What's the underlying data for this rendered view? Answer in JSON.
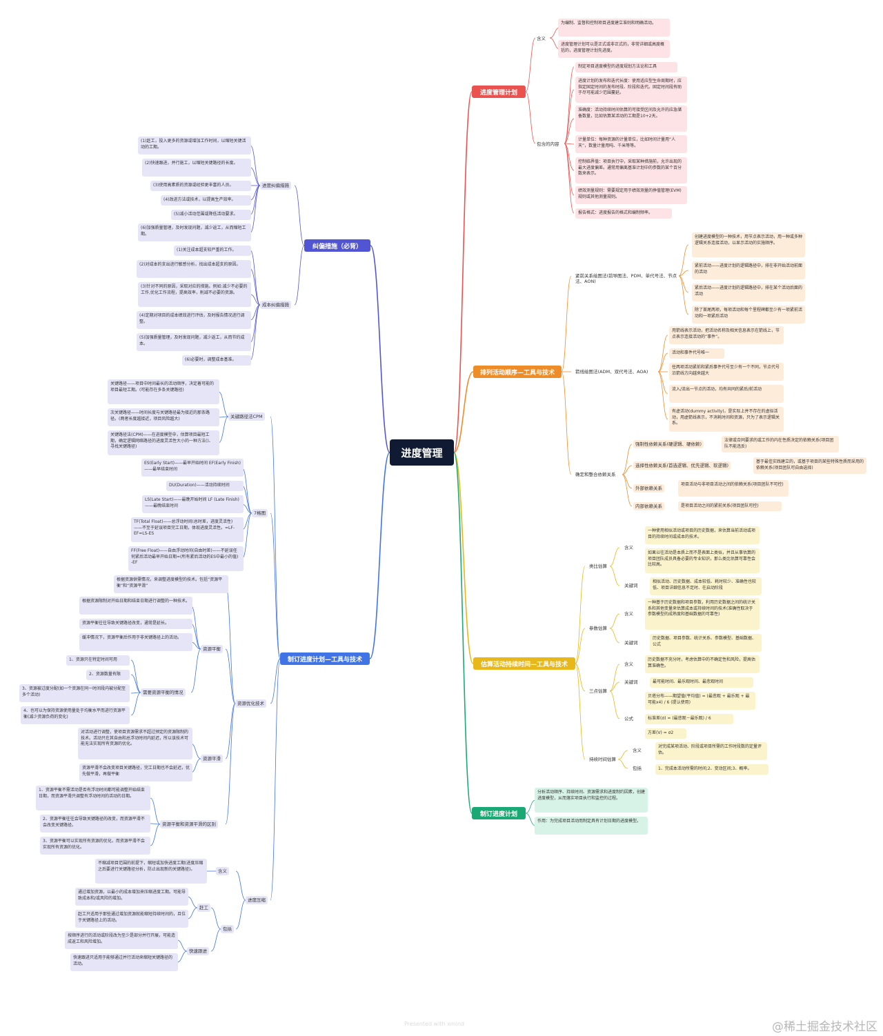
{
  "central": "进度管理",
  "branches": [
    {
      "label": "进度管理计划",
      "color": "#e9524f",
      "children": [
        {
          "label": "含义",
          "leaves": [
            "为编制、监督和控制项目进度建立准则和明确活动。",
            "进度管理计划可以是正式或非正式的，非常详细或高度概括的，进度管理计划先进度。"
          ]
        },
        {
          "label": "包含的内容",
          "leaves": [
            "制定项目进度模型的进度规划方法论和工具",
            "进度计划的发布和迭代长度：使用适应型生命周期时，应指定固定时间的发布时段、阶段和迭代。固定时间段有助于尽可能减少范围蔓延。",
            "准确度：活动持续时间估算的可接受区间及允许的应急储备数量，比如估算某活动的工期是10+2天。",
            "计量单位：每种资源的计量单位，比如时间计量用“人天”，数量计量用吨、千米等等。",
            "控制临界值：项目执行中，采取某种措施前，允许出现的最大进度偏差。通常用偏离基准计划中的参数的某个百分数来表示。",
            "绩效测量规则：需要规定用于绩效测量的挣值管理(EVM)规则或其他测量规则。",
            "报告格式：进度报告的格式和编制频率。"
          ]
        }
      ]
    },
    {
      "label": "排列活动顺序—工具与技术",
      "color": "#ef8c2a",
      "children": [
        {
          "label": "紧前关系绘图法(前导图法、PDM、单代号法、节点法、AON)",
          "leaves": [
            "创建进度模型的一种技术，用节点表示活动，用一种或多种逻辑关系连接活动，以显示活动的实施顺序。",
            "紧前活动——进度计划的逻辑路径中，排在非开始活动前面的活动",
            "紧后活动——进度计划的逻辑路径中，排在某个活动后面的活动",
            "除了首尾两项，每项活动和每个里程碑都至少有一项紧前活动和一项紧后活动"
          ]
        },
        {
          "label": "箭线绘图法(ADM、双代号法、AOA)",
          "leaves": [
            "用箭线表示活动，把活动名称及相关信息表示在箭线上，节点表示连接活动的“事件”。",
            "活动和事件代号唯一",
            "任两项活动紧前和紧后事件代号至少有一个不同，节点代号沿箭线方向越来越大",
            "流入/流出一节点的活动，均有共同的紧后/前活动",
            "有虚活动(dummy activity)，是实际上并不存在的虚拟活动，用虚箭线表示，不消耗时间和资源，只为了表示逻辑关系。"
          ]
        },
        {
          "label": "确定和整合依赖关系",
          "rows": [
            {
              "k": "强制性依赖关系(硬逻辑、硬依赖)",
              "v": "法律或合同要求的或工作的内在性质决定的依赖关系(项目团队不能违反)"
            },
            {
              "k": "选择性依赖关系(首选逻辑、优先逻辑、软逻辑)",
              "v": "基于最佳实践建立的，或基于项目的某些特殊性质而采用的依赖关系(项目团队可自由选择)"
            },
            {
              "k": "外部依赖关系",
              "v": "项目活动与非项目活动之间的依赖关系(项目团队不可控)"
            },
            {
              "k": "内部依赖关系",
              "v": "是项目活动之间的紧前关系(项目团队可控)"
            }
          ]
        }
      ]
    },
    {
      "label": "估算活动持续时间—工具与技术",
      "color": "#e8b719",
      "children": [
        {
          "label": "类比估算",
          "rows": [
            {
              "k": "含义",
              "v": "一种使用相似活动或项目的历史数据，来估算当前活动或项目的持续时间或成本的技术。"
            },
            {
              "k": "",
              "v": "如果以往活动是本质上而不是表面上类似，并且从事估算的项目团队成员具备必要的专业知识，那么类比估算可靠性会比较高。"
            },
            {
              "k": "关键词",
              "v": "相似活动、历史数据、成本较低、耗时较少、准确性也较低、项目详细信息不足时、在启动阶段"
            }
          ]
        },
        {
          "label": "参数估算",
          "rows": [
            {
              "k": "含义",
              "v": "一种基于历史数据和项目参数，利用历史数据之间的统计关系和其他变量来估算成本或持续时间的技术(准确性取决于参数模型的成熟度和基础数据的可靠性)"
            },
            {
              "k": "关键词",
              "v": "历史数据、项目参数、统计关系、参数模型、基础数据、公式"
            }
          ]
        },
        {
          "label": "三点估算",
          "rows": [
            {
              "k": "含义",
              "v": "历史数据不充分时，考虑估算中的不确定性和风险，提高估算准确性。"
            },
            {
              "k": "关键词",
              "v": "最可能时间、最乐观时间、最悲观时间"
            },
            {
              "k": "公式",
              "v": "贝塔分布——期望值(平均值) = (最悲观 + 最乐观 + 最可能x4) / 6 (提认使用)"
            },
            {
              "k": "",
              "v": "标准差(σ) = (最悲观－最乐观) / 6"
            },
            {
              "k": "",
              "v": "方差(V) = σ2"
            }
          ]
        },
        {
          "label": "持续时间估算",
          "rows": [
            {
              "k": "含义",
              "v": "对完成某项活动、阶段或项目所需的工作时段数的定量评估。"
            },
            {
              "k": "包括",
              "v": "1、完成本活动所需的时间;2、变动区间;3、概率。"
            }
          ]
        }
      ]
    },
    {
      "label": "制订进度计划",
      "color": "#1aa974",
      "leaves": [
        "分析活动顺序、持续时间、资源需求和进度制约因素，创建进度模型，从而落实项目执行和监控的过程。",
        "作用：为完成项目活动而制定具有计划日期的进度模型。"
      ]
    },
    {
      "label": "纠偏措施（必背）",
      "color": "#5155d3",
      "children": [
        {
          "label": "进度纠偏措施",
          "leaves": [
            "(1)赶工，投入更多的资源或增加工作时间，以缩短关键活动的工期。",
            "(2)快速跟进，并行施工，以缩短关键路径的长度。",
            "(3)使用高素质的资源或经验更丰富的人员。",
            "(4)改进方法或技术，以提高生产效率。",
            "(5)减小活动范围或降低活动要求。",
            "(6)加强质量管理，及时发现问题，减少返工，从而缩短工期。"
          ]
        },
        {
          "label": "成本纠偏措施",
          "leaves": [
            "(1)关注成本超支较严重的工作。",
            "(2)对成本的支出进行敏感分析，找出成本超支的原因。",
            "(3)针对不同的原因，采取对应的措施。例如:减少不必要的工作,优化工作流程，提高效率，削减不必要的资源。",
            "(4)定期对项目的成本绩效进行评估，及时报告情况进行调整。",
            "(5)加强质量管理，及时发现问题，减少返工，从而节约成本。",
            "(6)必要时，调整成本基准。"
          ]
        }
      ]
    },
    {
      "label": "制订进度计划—工具与技术",
      "color": "#3f73e6",
      "children": [
        {
          "label": "关键路径法CPM",
          "leaves": [
            "关键路径——项目中时间最长的活动顺序，决定着可能的项目最短工期。(可能存在多条关键路径)",
            "次关键路径——时间长度与关键路径最为接近的那条路径。(两者长度越接近，项目风险越大)",
            "关键路径法(CPM)——在进度模型中，估算项目最短工期，确定逻辑网络路径的进度灵活性大小的一种方法()、寻找关键路径)"
          ]
        },
        {
          "label": "7格图",
          "leaves": [
            "ES(Early Start)——最早开始时间 EF(Early Finish)——最早结束时间",
            "DU(Duration)——活动持续时间",
            "LS(Late Start)——最晚开始时间 LF (Late Finish)——最晚结束时间",
            "TF(Total Float)——总浮动时间(总时差，进度灵活性)——不至于延误项目完工日期，体现进度灵活性。=LF-EF=LS-ES",
            "FF(Free Float)——自由浮动时间(自由时差)——不延误任何紧后活动最早开始日期=(所有紧后活动的ES中最小的值) -EF"
          ]
        },
        {
          "label": "资源优化技术",
          "children": [
            {
              "label": "",
              "leaves": [
                "根据资源供需情况，来调整进度模型的技术。包括“资源平衡”和“资源平滑”"
              ]
            },
            {
              "label": "资源平衡",
              "leaves": [
                "根据资源限制对开始日期和结束日期进行调整的一种技术。",
                "资源平衡往往导致关键路径改变，通常是延长。",
                "缓冲情况下，资源平衡后作用于非关键路径上的活动。"
              ],
              "sub": {
                "label": "需要资源平衡的情况",
                "leaves": [
                  "1、资源只在特定时间可用",
                  "2、资源数量有限",
                  "3、资源被过度分配(如一个资源在同一时间段内被分配至多个活动)",
                  "4、也可以为保持资源使用量处于均衡水平而进行资源平衡(减少资源负荷的变化)"
                ]
              }
            },
            {
              "label": "资源平滑",
              "leaves": [
                "对活动进行调整，使项目资源需求不超过预定的资源限制的技术。活动只在其自由和总浮动时间内延迟，所以该技术可能无法实现所有资源的优化。",
                "资源平滑不会改变项目关键路径，完工日期也不会延迟，优先做平滑，再做平衡"
              ]
            },
            {
              "label": "资源平衡和资源平滑的区别",
              "leaves": [
                "1、资源平衡不需活动是否有浮动时间都可能调整开始结束日期，而资源平滑只调整有浮动时间的活动的日期。",
                "2、资源平衡往往会导致关键路径的改变，而资源平滑不会改变关键路径。",
                "3、资源平衡可以实现所有资源的优化，而资源平滑不会实现所有资源的优化。"
              ]
            }
          ]
        },
        {
          "label": "进度压缩",
          "children": [
            {
              "label": "含义",
              "leaves": [
                "不缩减项目范围的前提下，缩短或加快进度工期(进度压缩之后要进行关键路径分析，防止出现新的关键路径)。"
              ]
            },
            {
              "label": "包括",
              "sub": [
                {
                  "label": "赶工",
                  "leaves": [
                    "通过增加资源，以最小的成本增加来压缩进度工期。可能导致成本和/或风险的增加。",
                    "赶工只适用于那些通过增加资源就能缩短持续时间的，且位于关键路径上的活动。"
                  ]
                },
                {
                  "label": "快速跟进",
                  "leaves": [
                    "按顺序进行的活动或阶段改为至少是部分并行开展，可能造成返工和风险增加。",
                    "快速跟进只适用于能够通过并行活动来缩短关键路径的活动。"
                  ]
                }
              ]
            }
          ]
        }
      ]
    }
  ],
  "footer": "Presented with xmind",
  "watermark": "@稀土掘金技术社区"
}
